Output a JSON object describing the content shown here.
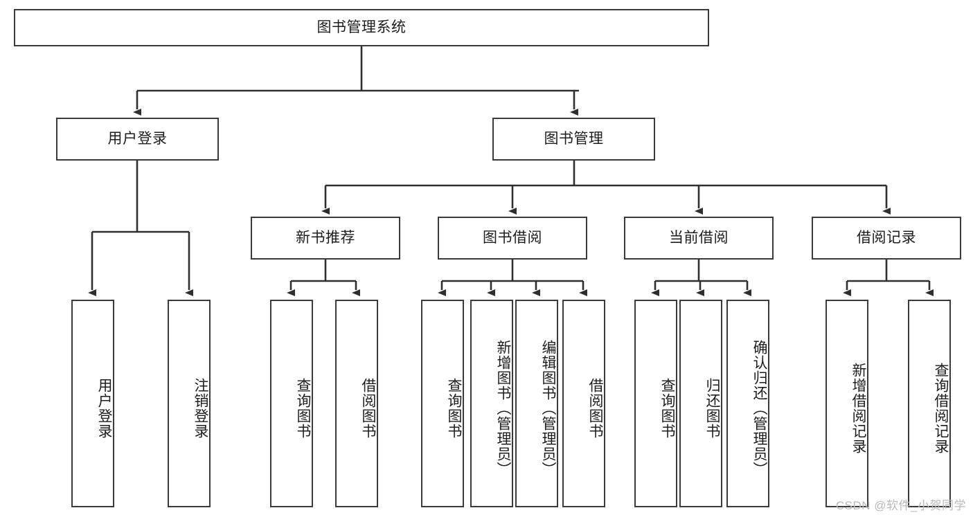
{
  "diagram": {
    "type": "tree",
    "title": "图书管理系统",
    "watermark": "CSDN @软件_小贺同学",
    "colors": {
      "border": "#3a3a3a",
      "background": "#ffffff",
      "text": "#1d1d1d",
      "edge": "#2f2f2f",
      "watermark": "#b9b9b9"
    },
    "levels": {
      "root": {
        "label": "图书管理系统"
      },
      "level2": [
        {
          "label": "用户登录"
        },
        {
          "label": "图书管理"
        }
      ],
      "level3": [
        {
          "label": "新书推荐"
        },
        {
          "label": "图书借阅"
        },
        {
          "label": "当前借阅"
        },
        {
          "label": "借阅记录"
        }
      ],
      "leaves": [
        {
          "label": "用户登录",
          "parent": "用户登录"
        },
        {
          "label": "注销登录",
          "parent": "用户登录"
        },
        {
          "label": "查询图书",
          "parent": "新书推荐"
        },
        {
          "label": "借阅图书",
          "parent": "新书推荐"
        },
        {
          "label": "查询图书",
          "parent": "图书借阅"
        },
        {
          "label": "新增图书（管理员）",
          "parent": "图书借阅"
        },
        {
          "label": "编辑图书（管理员）",
          "parent": "图书借阅"
        },
        {
          "label": "借阅图书",
          "parent": "图书借阅"
        },
        {
          "label": "查询图书",
          "parent": "当前借阅"
        },
        {
          "label": "归还图书",
          "parent": "当前借阅"
        },
        {
          "label": "确认归还（管理员）",
          "parent": "当前借阅"
        },
        {
          "label": "新增借阅记录",
          "parent": "借阅记录"
        },
        {
          "label": "查询借阅记录",
          "parent": "借阅记录"
        }
      ]
    }
  }
}
